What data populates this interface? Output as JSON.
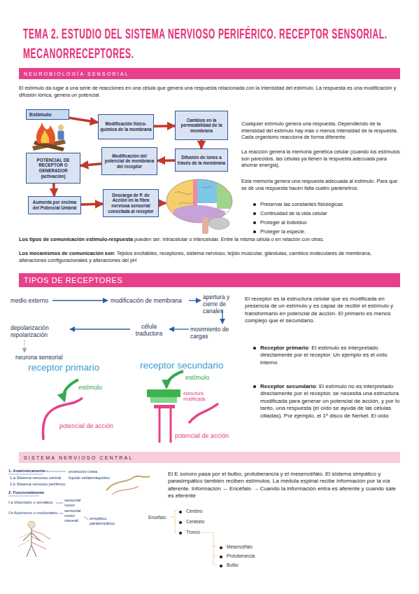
{
  "diagram": {
    "title": "TEMA 2. ESTUDIO DEL SISTEMA NERVIOSO PERIFÉRICO. RECEPTOR SENSORIAL. MECANORRECEPTORES.",
    "nodes": [
      {
        "text": [
          "NEUROBIOLOGÍA SENSORIAL"
        ]
      },
      {
        "text": [
          "Estímulo"
        ]
      },
      {
        "text": [
          "Modificación físico-química de la membrana"
        ]
      },
      {
        "text": [
          "Cambios en la permeabilidad de la membrana"
        ]
      },
      {
        "text": [
          "POTENCIAL DE RECEPTOR O GENERADOR",
          "(activación)"
        ]
      },
      {
        "text": [
          "Modificación del potencial de membrana del receptor"
        ]
      },
      {
        "text": [
          "Difusión de iones a través de la membrana"
        ]
      },
      {
        "text": [
          "Aumenta por encima del Potencial Umbral"
        ]
      },
      {
        "text": [
          "Descarga de P. de Acción en la fibra nerviosa sensorial conectada al receptor"
        ]
      },
      {
        "text": [
          "TIPOS DE RECEPTORES"
        ]
      },
      {
        "text": [
          "SISTEMA NERVIOSO CENTRAL"
        ]
      }
    ],
    "edges": [
      {
        "from": 1,
        "to": 2,
        "arrow": "to"
      },
      {
        "from": 2,
        "to": 3,
        "arrow": "to"
      },
      {
        "from": 3,
        "to": 6,
        "arrow": "to"
      },
      {
        "from": 6,
        "to": 5,
        "arrow": "to"
      },
      {
        "from": 5,
        "to": 4,
        "arrow": "to"
      },
      {
        "from": 4,
        "to": 7,
        "arrow": "to"
      },
      {
        "from": 7,
        "to": 8,
        "arrow": "to"
      }
    ],
    "labels": [
      "El estímulo da lugar a una serie de reacciones en una célula que genera una respuesta relacionada con la intensidad del estímulo. La respuesta es una modificación y difusión iónica, genera un potencial.",
      "Cualquier estímulo genera una respuesta. Dependiendo de la intensidad del estímulo hay más o menos intensidad de la respuesta. Cada organismo reacciona de forma diferente.",
      "La reacción genera la memoria genética celular (cuando los estímulos son parecidos, las células ya tienen la respuesta adecuada para ahorrar energía).",
      "Esta memoria genera una respuesta adecuada al estímulo. Para que se dé una respuesta hacen falta cuatro parámetros:",
      "Preservar las constantes fisiológicas",
      "Continuidad de la vida celular",
      "Proteger al individuo",
      "Proteger la especie.",
      "Los tipos de comunicación estímulo-respuesta",
      "pueden ser: intracelular o intercelular. Entre la misma célula o en relación con otras.",
      "Los mecanismos de comunicación son",
      ": Tejidos excitables, receptores, sistema nervioso, tejido muscular, glándulas, cambios moleculares de membrana, alteraciones configuracionales y alteraciones del pH",
      "medio externo",
      "modificación de membrana",
      "apertura y cierre de canales",
      "depolarización repolarización",
      "célula traductora",
      "movimiento de cargas",
      "neurona sensorial",
      "receptor primario",
      "estímulo",
      "potencial de acción",
      "receptor secundario",
      "estímulo",
      "estructura modificada",
      "potencial de acción",
      "El receptor es la estructura celular que es modificada en presencia de un estímulo y es capaz de recibir el estímulo y transformarlo en potencial de acción. El primario es menos complejo que el secundario.",
      "Receptor primario",
      ": El estímulo es interpretado directamente por el receptor. Un ejemplo es el oído interno",
      "Receptor secundario",
      ": El estímulo no es interpretado directamente por el receptor, se necesita una estructura modificada para generar un potencial de acción, y por lo tanto, una respuesta (el oído se ayuda de las células ciliadas). Por ejemplo, el 1º disco de Nerkel. El oído",
      "1. Anatómicamente :",
      "1.a Sistema nervioso central",
      "1.b Sistema nervioso periférico",
      "protección ósea",
      "líquido cefalorraquídeo",
      "2. Funcionalmente",
      "I.a Voluntario o somático",
      "sensorial motor",
      "I.b Autónomo o involuntario",
      "sensorial motor visceral",
      "simpático parasimpático",
      "El E sonoro pasa por el bulbo, protuberancia y el mesencéfalo. El sistema simpático y parasimpático también reciben estímulos. La médula espinal recibe información por la vía aferente. Información ↔ Encéfalo → Cuando la información entra es aferente y cuando sale es eferente",
      "Encéfalo",
      "Cerebro",
      "Cerebelo",
      "Tronco",
      "Mesencéfalo",
      "Protuberancia",
      "Bulbo"
    ]
  }
}
